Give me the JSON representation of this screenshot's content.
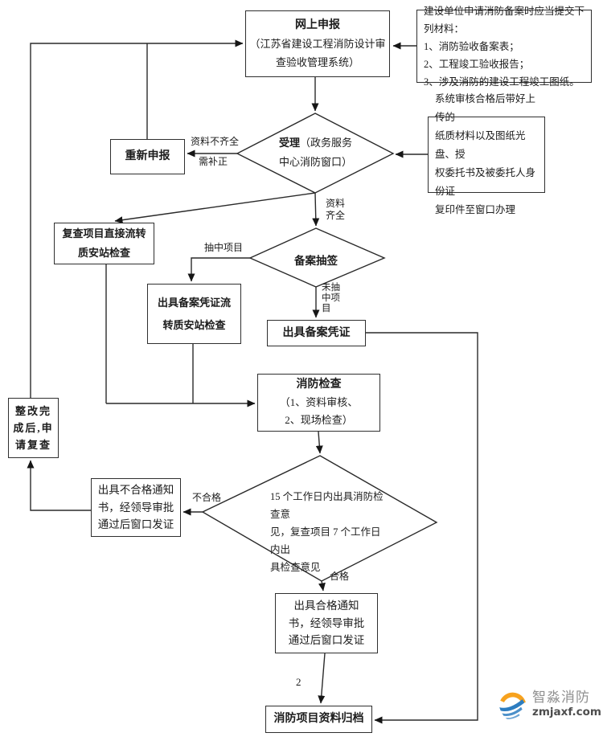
{
  "page": {
    "background": "#ffffff",
    "line_color": "#222222"
  },
  "nodes": {
    "online_declare": {
      "title": "网上申报",
      "lines": [
        "（江苏省建设工程消防设计审",
        "查验收管理系统）"
      ]
    },
    "materials_note": {
      "heading": "建设单位申请消防备案时应当提交下列材料：",
      "items": [
        "1、消防验收备案表；",
        "2、工程竣工验收报告；",
        "3、涉及消防的建设工程竣工图纸。"
      ]
    },
    "redeclare": {
      "label": "重新申报"
    },
    "accept": {
      "title": "受理",
      "sub_line1": "（政务服务",
      "sub_line2": "中心消防窗口）"
    },
    "system_note": {
      "lines": [
        "系统审核合格后带好上传的",
        "纸质材料以及图纸光盘、授",
        "权委托书及被委托人身份证",
        "复印件至窗口办理"
      ]
    },
    "recheck_direct": {
      "lines": [
        "复查项目直接流转",
        "质安站检查"
      ]
    },
    "lottery": {
      "label": "备案抽签"
    },
    "issue_cert_transfer": {
      "lines": [
        "出具备案凭证流",
        "转质安站检查"
      ]
    },
    "issue_cert": {
      "label": "出具备案凭证"
    },
    "fire_check": {
      "title": "消防检查",
      "lines": [
        "（1、资料审核、",
        "2、现场检查）"
      ]
    },
    "rectify": {
      "lines": [
        "整改完",
        "成后,申",
        "请复查"
      ]
    },
    "fail_notice": {
      "lines": [
        "出具不合格通知",
        "书，经领导审批",
        "通过后窗口发证"
      ]
    },
    "deadline": {
      "lines": [
        "15 个工作日内出具消防检查意",
        "见，复查项目 7 个工作日内出",
        "具检查意见"
      ]
    },
    "pass_notice": {
      "lines": [
        "出具合格通知",
        "书，经领导审批",
        "通过后窗口发证"
      ]
    },
    "archive": {
      "label": "消防项目资料归档"
    }
  },
  "labels": {
    "incomplete_1": "资料不齐全",
    "incomplete_2": "需补正",
    "complete": [
      "资料",
      "齐全"
    ],
    "drawn": "抽中项目",
    "not_drawn": [
      "未抽",
      "中项",
      "目"
    ],
    "fail": "不合格",
    "pass": "合格",
    "page_number": "2"
  },
  "logo": {
    "name": "智淼消防",
    "url": "zmjaxf.com",
    "orange": "#f7a21e",
    "blue": "#2d7dc0"
  }
}
